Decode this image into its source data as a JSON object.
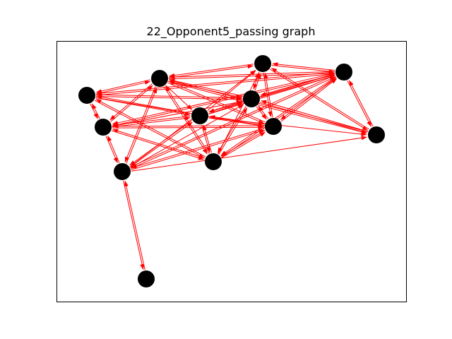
{
  "title": "22_Opponent5_passing graph",
  "colors": {
    "node": "#000000",
    "edge": "#ff0000",
    "frame": "#000000",
    "background": "#ffffff"
  },
  "graph": {
    "directed": true,
    "nodes": [
      {
        "id": "n0"
      },
      {
        "id": "n1"
      },
      {
        "id": "n2"
      },
      {
        "id": "n3"
      },
      {
        "id": "n4"
      },
      {
        "id": "n5"
      },
      {
        "id": "n6"
      },
      {
        "id": "n7"
      },
      {
        "id": "n8"
      },
      {
        "id": "n9"
      },
      {
        "id": "n10"
      },
      {
        "id": "n11"
      }
    ],
    "edges": [
      [
        "n0",
        "n1"
      ],
      [
        "n1",
        "n0"
      ],
      [
        "n0",
        "n2"
      ],
      [
        "n2",
        "n0"
      ],
      [
        "n0",
        "n4"
      ],
      [
        "n4",
        "n0"
      ],
      [
        "n0",
        "n5"
      ],
      [
        "n5",
        "n0"
      ],
      [
        "n0",
        "n8"
      ],
      [
        "n8",
        "n0"
      ],
      [
        "n0",
        "n9"
      ],
      [
        "n0",
        "n10"
      ],
      [
        "n10",
        "n0"
      ],
      [
        "n1",
        "n2"
      ],
      [
        "n2",
        "n1"
      ],
      [
        "n1",
        "n3"
      ],
      [
        "n3",
        "n1"
      ],
      [
        "n1",
        "n4"
      ],
      [
        "n1",
        "n5"
      ],
      [
        "n5",
        "n1"
      ],
      [
        "n1",
        "n7"
      ],
      [
        "n7",
        "n1"
      ],
      [
        "n1",
        "n8"
      ],
      [
        "n8",
        "n1"
      ],
      [
        "n1",
        "n9"
      ],
      [
        "n9",
        "n1"
      ],
      [
        "n1",
        "n10"
      ],
      [
        "n10",
        "n1"
      ],
      [
        "n1",
        "n11"
      ],
      [
        "n11",
        "n1"
      ],
      [
        "n2",
        "n3"
      ],
      [
        "n3",
        "n2"
      ],
      [
        "n2",
        "n4"
      ],
      [
        "n4",
        "n2"
      ],
      [
        "n2",
        "n5"
      ],
      [
        "n5",
        "n2"
      ],
      [
        "n2",
        "n8"
      ],
      [
        "n2",
        "n9"
      ],
      [
        "n9",
        "n2"
      ],
      [
        "n2",
        "n10"
      ],
      [
        "n10",
        "n2"
      ],
      [
        "n3",
        "n6"
      ],
      [
        "n6",
        "n3"
      ],
      [
        "n3",
        "n4"
      ],
      [
        "n4",
        "n3"
      ],
      [
        "n3",
        "n8"
      ],
      [
        "n3",
        "n9"
      ],
      [
        "n9",
        "n3"
      ],
      [
        "n3",
        "n10"
      ],
      [
        "n10",
        "n3"
      ],
      [
        "n4",
        "n5"
      ],
      [
        "n5",
        "n4"
      ],
      [
        "n4",
        "n8"
      ],
      [
        "n8",
        "n4"
      ],
      [
        "n4",
        "n9"
      ],
      [
        "n9",
        "n4"
      ],
      [
        "n4",
        "n10"
      ],
      [
        "n10",
        "n4"
      ],
      [
        "n4",
        "n11"
      ],
      [
        "n4",
        "n7"
      ],
      [
        "n5",
        "n8"
      ],
      [
        "n8",
        "n5"
      ],
      [
        "n5",
        "n9"
      ],
      [
        "n9",
        "n5"
      ],
      [
        "n5",
        "n10"
      ],
      [
        "n10",
        "n5"
      ],
      [
        "n5",
        "n7"
      ],
      [
        "n8",
        "n9"
      ],
      [
        "n9",
        "n8"
      ],
      [
        "n8",
        "n10"
      ],
      [
        "n10",
        "n8"
      ],
      [
        "n8",
        "n7"
      ],
      [
        "n7",
        "n8"
      ],
      [
        "n8",
        "n11"
      ],
      [
        "n11",
        "n8"
      ],
      [
        "n9",
        "n10"
      ],
      [
        "n10",
        "n9"
      ],
      [
        "n9",
        "n7"
      ],
      [
        "n7",
        "n9"
      ],
      [
        "n10",
        "n11"
      ],
      [
        "n11",
        "n10"
      ],
      [
        "n10",
        "n7"
      ],
      [
        "n7",
        "n10"
      ],
      [
        "n7",
        "n11"
      ],
      [
        "n11",
        "n7"
      ],
      [
        "n3",
        "n11"
      ],
      [
        "n3",
        "n7"
      ]
    ]
  }
}
